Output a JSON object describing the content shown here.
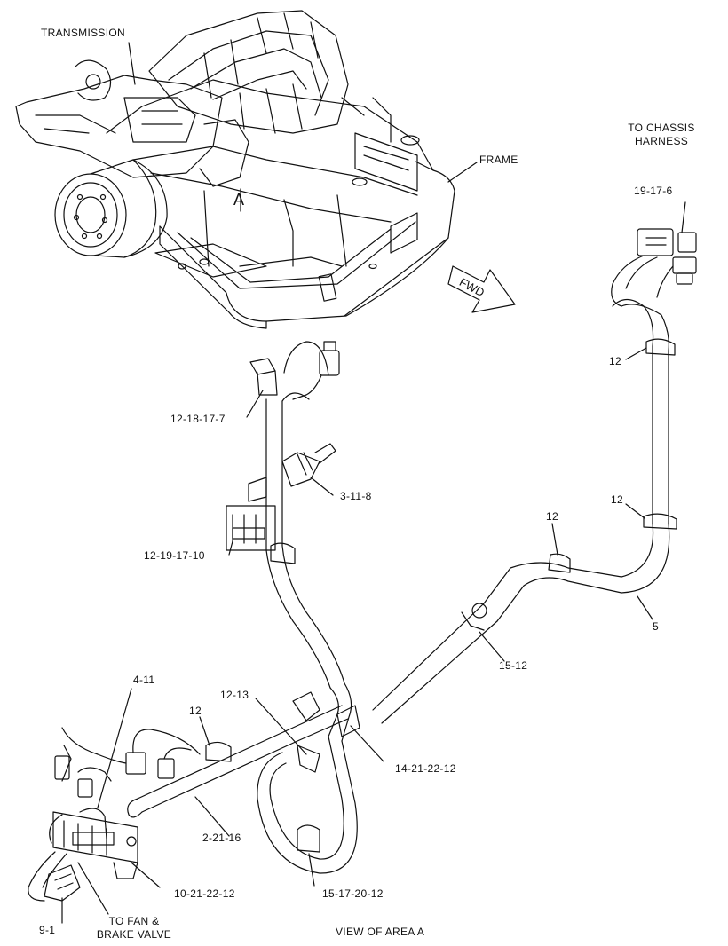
{
  "machine_labels": {
    "transmission": "TRANSMISSION",
    "frame": "FRAME",
    "area": "A",
    "fwd": "FWD"
  },
  "callouts": {
    "to_chassis": "TO CHASSIS",
    "harness": "HARNESS",
    "p_19_17_6": "19-17-6",
    "p_12_a": "12",
    "p_12_b": "12",
    "p_12_c": "12",
    "p_5": "5",
    "p_15_12": "15-12",
    "p_12_18_17_7": "12-18-17-7",
    "p_3_11_8": "3-11-8",
    "p_12_19_17_10": "12-19-17-10",
    "p_4_11": "4-11",
    "p_12_13": "12-13",
    "p_12_d": "12",
    "p_14_21_22_12": "14-21-22-12",
    "p_2_21_16": "2-21-16",
    "p_10_21_22_12": "10-21-22-12",
    "p_15_17_20_12": "15-17-20-12",
    "p_9_1": "9-1",
    "to_fan": "TO FAN &",
    "brake_valve": "BRAKE VALVE",
    "view_of_area_a": "VIEW OF AREA A"
  },
  "colors": {
    "line": "#111111",
    "background": "#ffffff"
  }
}
